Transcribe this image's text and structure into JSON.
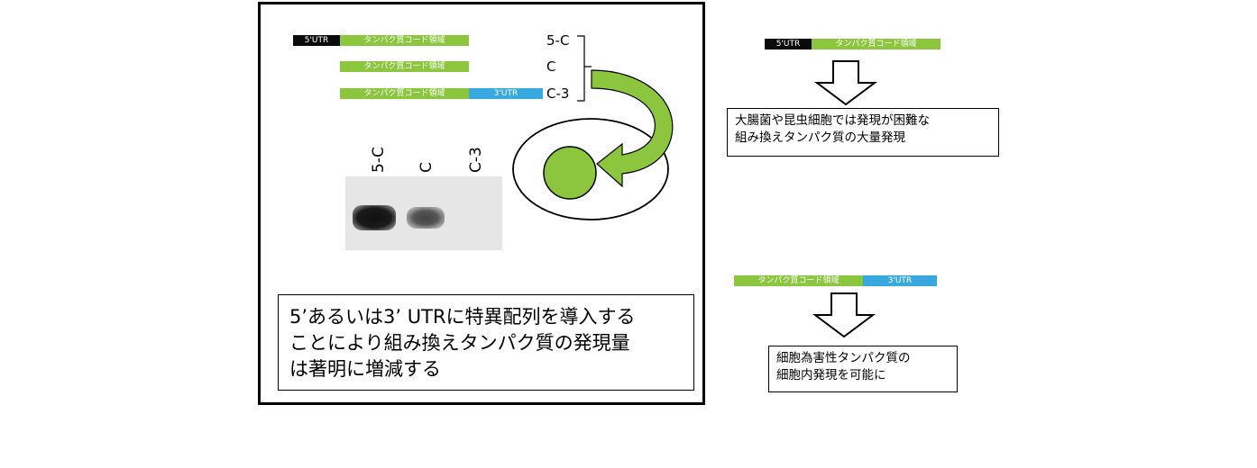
{
  "left_panel": {
    "constructs": [
      {
        "name": "5-C",
        "utr5": "5'UTR",
        "cds": "タンパク質コード領域",
        "utr3": ""
      },
      {
        "name": "C",
        "utr5": "",
        "cds": "タンパク質コード領域",
        "utr3": ""
      },
      {
        "name": "C-3",
        "utr5": "",
        "cds": "タンパク質コード領域",
        "utr3": "3'UTR"
      }
    ],
    "gel_lanes": [
      "5-C",
      "C",
      "C-3"
    ],
    "summary": [
      "5’あるいは3’ UTRに特異配列を導入する",
      "ことにより組み換えタンパク質の発現量",
      "は著明に増減する"
    ]
  },
  "right_top": {
    "utr5": "5'UTR",
    "cds": "タンパク質コード領域",
    "result": [
      "大腸菌や昆虫細胞では発現が困難な",
      "組み換えタンパク質の大量発現"
    ]
  },
  "right_bottom": {
    "cds": "タンパク質コード領域",
    "utr3": "3'UTR",
    "result": [
      "細胞為害性タンパク質の",
      "細胞内発現を可能に"
    ]
  },
  "colors": {
    "utr5": "#0a0a0a",
    "cds": "#8cc63f",
    "utr3": "#3aa8e0",
    "arrow_green": "#8cc63f"
  }
}
